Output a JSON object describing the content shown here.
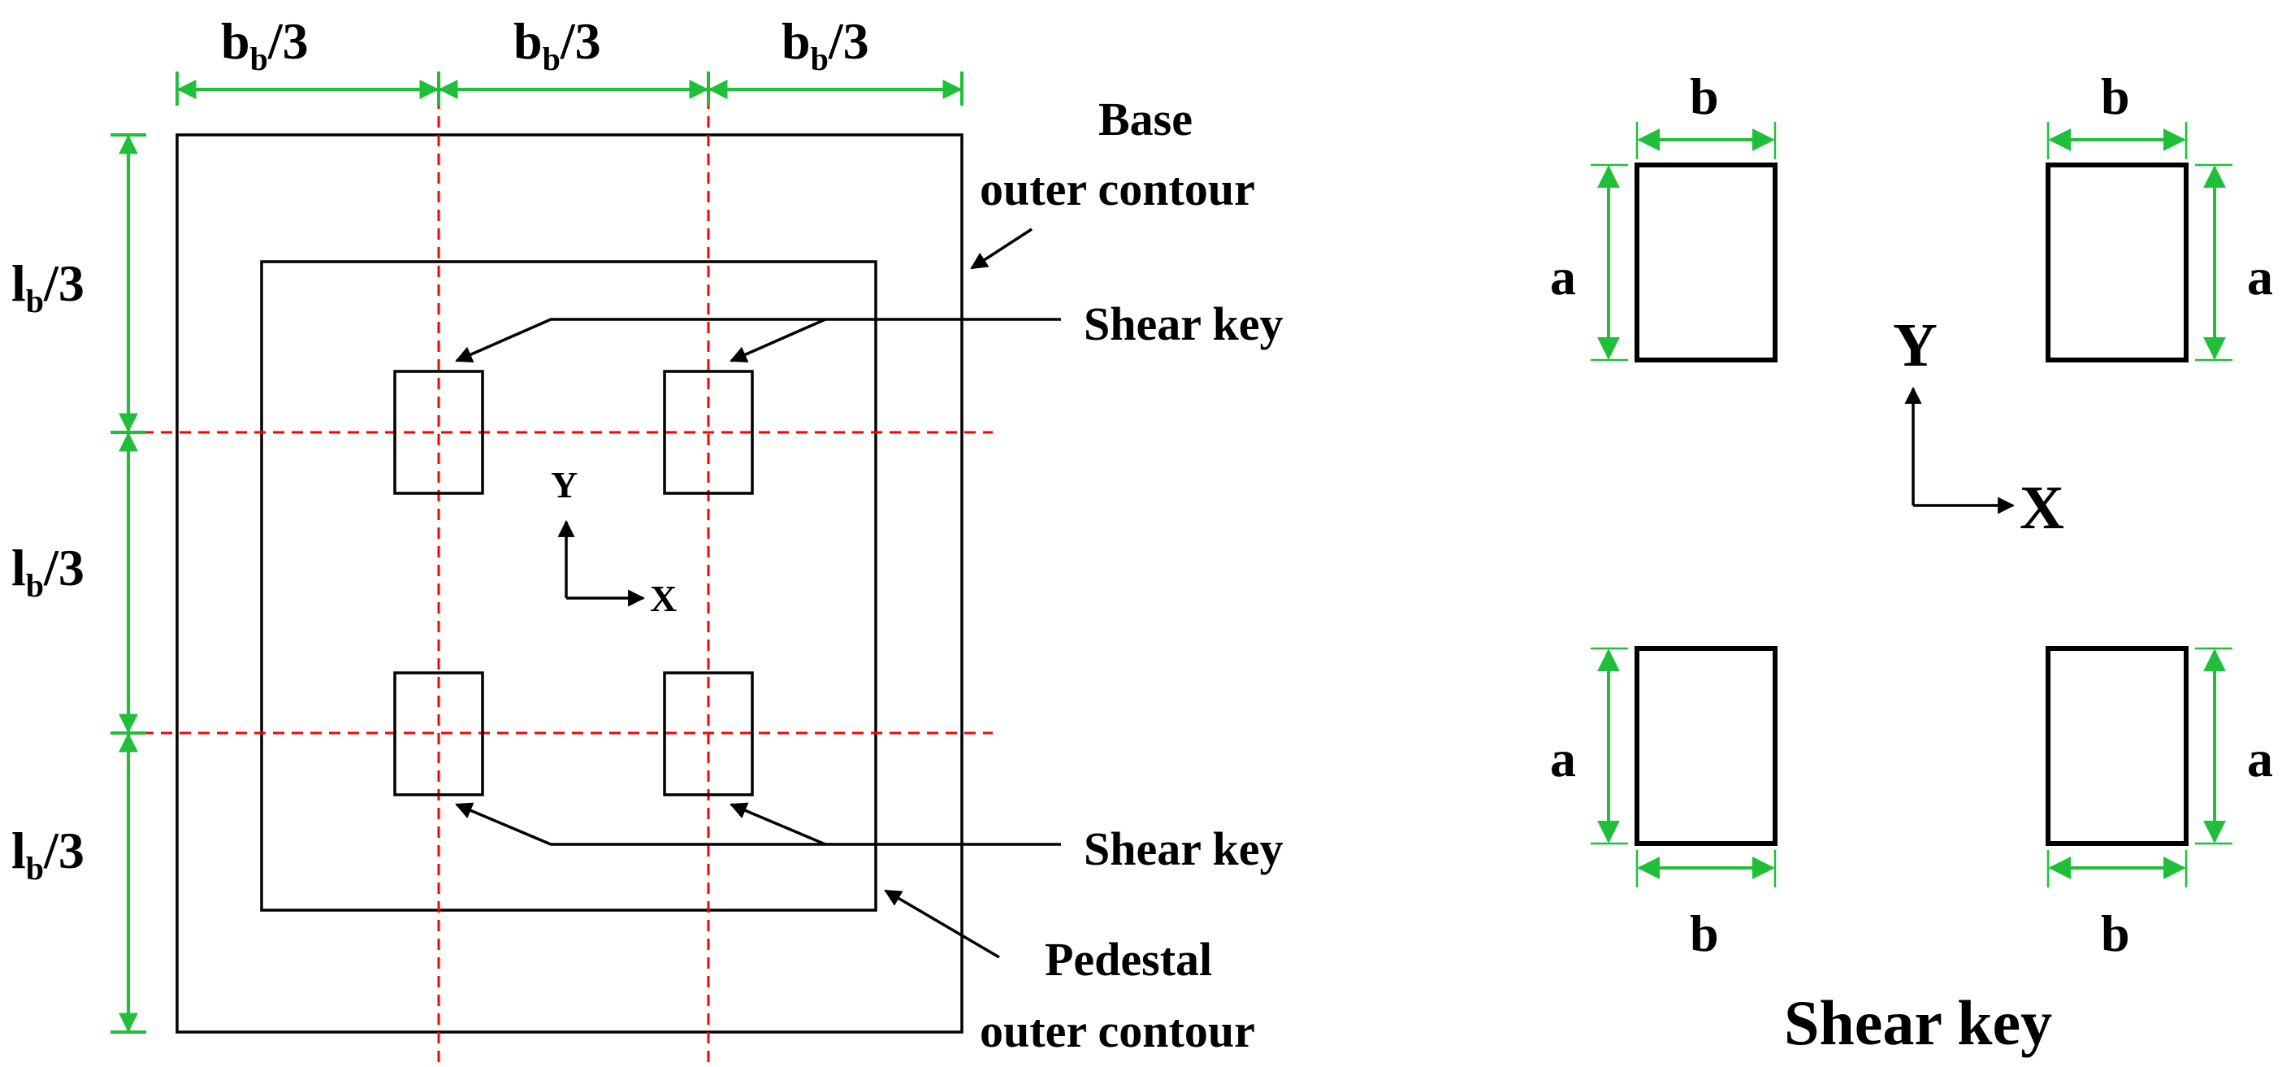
{
  "left_plan": {
    "dim_top_label": "b",
    "dim_top_sub": "b",
    "dim_top_suffix": "/3",
    "dim_left_label": "l",
    "dim_left_sub": "b",
    "dim_left_suffix": "/3",
    "base_line1": "Base",
    "base_line2": "outer contour",
    "pedestal_line1": "Pedestal",
    "pedestal_line2": "outer contour",
    "shear_key_top": "Shear key",
    "shear_key_bottom": "Shear key",
    "axis_x": "X",
    "axis_y": "Y"
  },
  "right_detail": {
    "width_label": "b",
    "height_label": "a",
    "axis_x": "X",
    "axis_y": "Y",
    "title": "Shear key"
  },
  "colors": {
    "dimension": "#1fbf3a",
    "centerline": "#ff0000",
    "outline": "#000000"
  }
}
